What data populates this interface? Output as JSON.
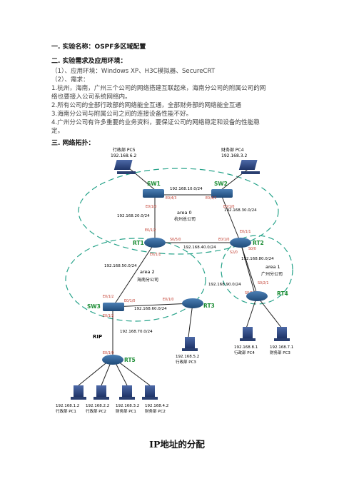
{
  "doc": {
    "title": "一. 实验名称：OSPF多区域配置",
    "section2": "二. 实验需求及应用环境：",
    "env": "（1）、应用环境：Windows XP、H3C模拟器、SecureCRT",
    "req": "（2）、需求：",
    "req1a": "1.杭州，海南，广州三个公司的网络搭建互联起来，海南分公司的附属公司的网",
    "req1b": "络也要接入公司系统网络内。",
    "req2": "2.所有公司的全部行政部的网络能全互通，全部财务部的网络能全互通",
    "req3": "3.海南分公司与附属公司之间的连接设备性能不好。",
    "req4a": "4.广州分公司有许多重要的业务资料，要保证公司的网络稳定和设备的性能稳",
    "req4b": "定。",
    "section3": "三. 网络拓扑：",
    "bottom_title": "IP地址的分配"
  },
  "diagram": {
    "pc5_label": "行政部 PC5",
    "pc5_ip": "192.168.6.2",
    "pc4_label": "财务部 PC4",
    "pc4_ip": "192.168.3.2",
    "sw1": "SW1",
    "sw2": "SW2",
    "sw1_sw2_net": "192.168.10.0/24",
    "e04_3": "E0/4/3",
    "e04_2": "E0/4/2",
    "e01_0a": "E0/1/0",
    "e01_0b": "E0/1/0",
    "net20": "192.168.20.0/24",
    "area0": "area 0",
    "hz": "杭州总公司",
    "net30": "192.168.30.0/24",
    "rt1": "RT1",
    "rt2": "RT2",
    "e01_2": "E0/1/2",
    "e01_1": "E0/1/1",
    "s0_0a": "S0/5/0",
    "s0_0b": "E0/1/0",
    "net40": "192.168.40.0/24",
    "e01_1b": "E0/1/1",
    "s2_0": "S2/0",
    "s0_1": "S0/0",
    "net80": "192.168.80.0/24",
    "net50": "192.168.50.0/24",
    "area2": "area 2",
    "hn": "海南分公司",
    "area1": "area 1",
    "gz": "广州分公司",
    "net90": "192.168.90.0/24",
    "s0_2": "S0/2/0",
    "s0_3": "S0/2/1",
    "rt4": "RT4",
    "sw3": "SW3",
    "e01_2b": "E0/1/2",
    "e01_3": "E0/1/0",
    "e01_4": "E0/1/0",
    "net60": "192.168.60.0/24",
    "rt3": "RT3",
    "e01_5": "E0/1/2",
    "rip": "RIP",
    "net70": "192.168.70.0/24",
    "e01_6": "E0/1/0",
    "rt5": "RT5",
    "pc3_ip": "192.168.5.2",
    "pc3_label": "行政部  PC3",
    "pc4b_ip": "192.168.8.1",
    "pc4b_label": "行政部  PC4",
    "pc3b_ip": "192.168.7.1",
    "pc3b_label": "财务部  PC3",
    "pc1a_ip": "192.168.1.2",
    "pc1a_label": "行政部 PC1",
    "pc2a_ip": "192.168.2.2",
    "pc2a_label": "行政部 PC2",
    "pc1b_ip": "192.168.3.2",
    "pc1b_label": "财务部  PC1",
    "pc2b_ip": "192.168.4.2",
    "pc2b_label": "财务部  PC2"
  }
}
